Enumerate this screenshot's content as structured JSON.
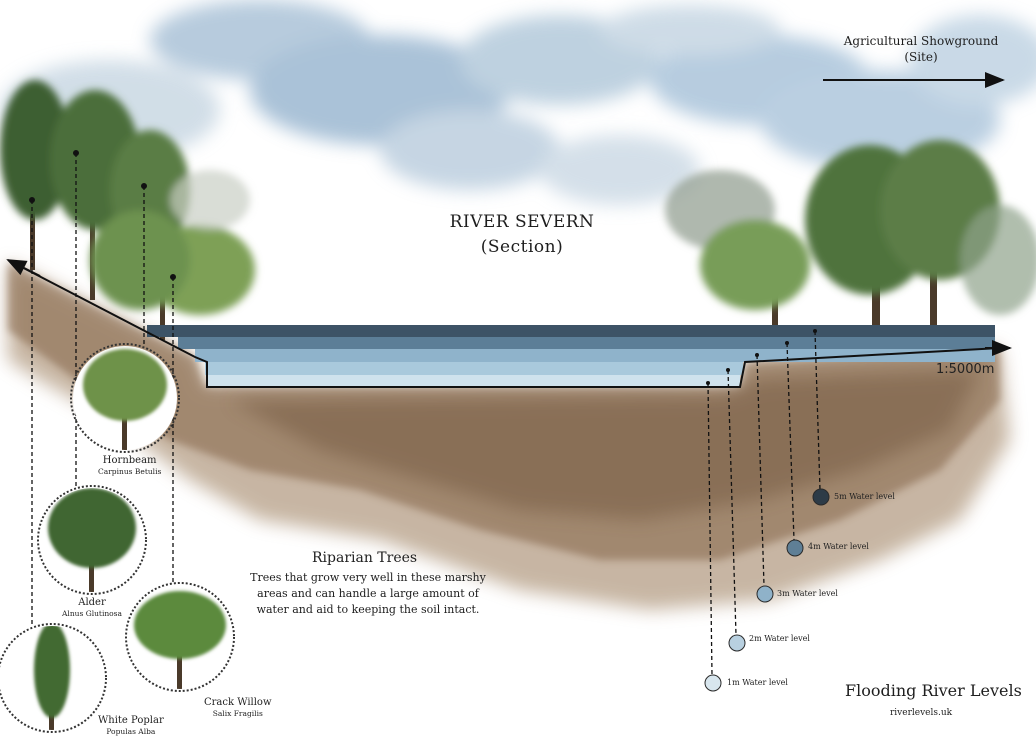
{
  "title": {
    "line1": "RIVER SEVERN",
    "line2": "(Section)"
  },
  "site_label": {
    "line1": "Agricultural Showground",
    "line2": "(Site)"
  },
  "scale": "1:5000m",
  "riparian": {
    "heading": "Riparian Trees",
    "body": "Trees that grow very well in these marshy areas and can handle a large amount of water and aid to keeping the soil intact."
  },
  "trees": [
    {
      "common": "Hornbeam",
      "latin": "Carpinus Betulis"
    },
    {
      "common": "Alder",
      "latin": "Alnus Glutinosa"
    },
    {
      "common": "Crack Willow",
      "latin": "Salix Fragilis"
    },
    {
      "common": "White Poplar",
      "latin": "Populas Alba"
    }
  ],
  "water_levels": [
    {
      "label": "1m Water level",
      "color": "#d8e6ee"
    },
    {
      "label": "2m Water level",
      "color": "#b8d0e0"
    },
    {
      "label": "3m Water level",
      "color": "#8fb2c9"
    },
    {
      "label": "4m Water level",
      "color": "#5f7f96"
    },
    {
      "label": "5m Water level",
      "color": "#2d3b47"
    }
  ],
  "footer": {
    "title": "Flooding River Levels",
    "source": "riverlevels.uk"
  },
  "colors": {
    "sky": "#7fa6c6",
    "soil": "#8a6a4a",
    "water_light": "#bcd6e6",
    "water_dark": "#3d5366",
    "foliage": "#4f7a3a"
  }
}
